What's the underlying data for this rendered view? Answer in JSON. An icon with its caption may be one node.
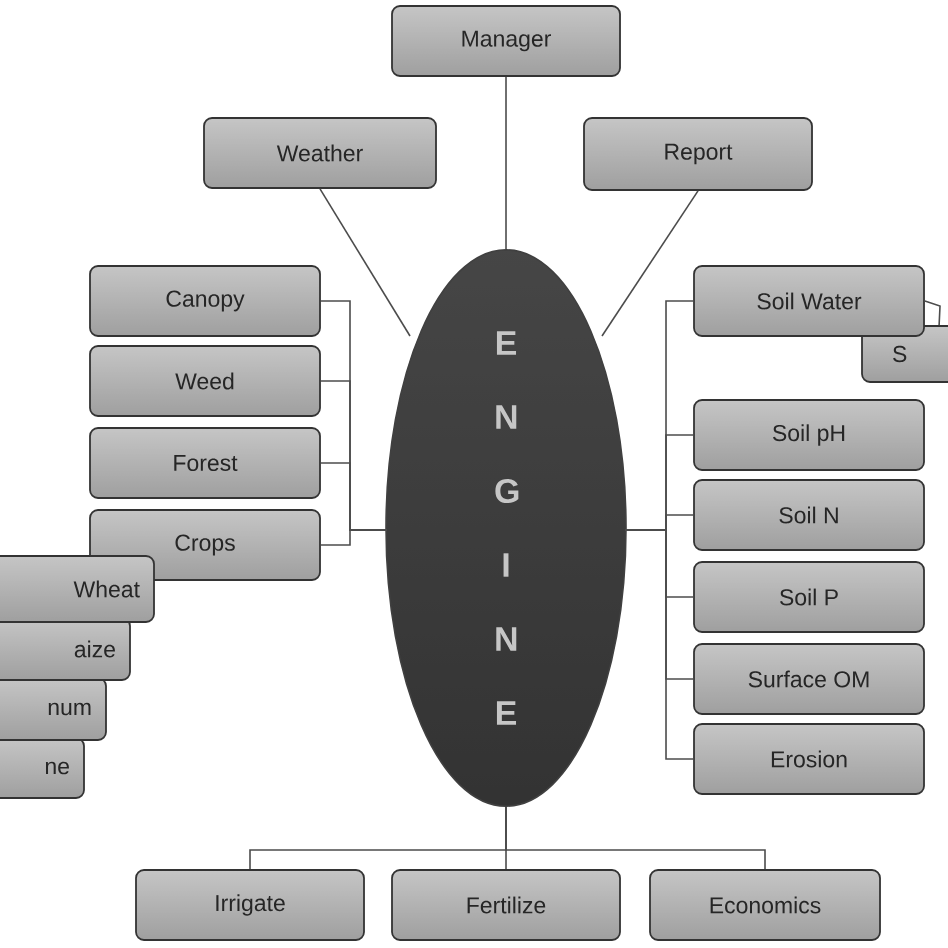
{
  "diagram": {
    "nodes": [
      {
        "text": [
          "Manager"
        ]
      },
      {
        "text": [
          "Weather"
        ]
      },
      {
        "text": [
          "Report"
        ]
      },
      {
        "text": [
          "Canopy"
        ]
      },
      {
        "text": [
          "Weed"
        ]
      },
      {
        "text": [
          "Forest"
        ]
      },
      {
        "text": [
          "Crops"
        ]
      },
      {
        "text": [
          "Wheat"
        ]
      },
      {
        "text": [
          "aize"
        ]
      },
      {
        "text": [
          "num"
        ]
      },
      {
        "text": [
          "ne"
        ]
      },
      {
        "text": [
          "E N G I N E"
        ]
      },
      {
        "text": [
          "Soil Water"
        ]
      },
      {
        "text": [
          "S"
        ]
      },
      {
        "text": [
          "Soil pH"
        ]
      },
      {
        "text": [
          "Soil N"
        ]
      },
      {
        "text": [
          "Soil P"
        ]
      },
      {
        "text": [
          "Surface OM"
        ]
      },
      {
        "text": [
          "Erosion"
        ]
      },
      {
        "text": [
          "Irrigate"
        ]
      },
      {
        "text": [
          "Fertilize"
        ]
      },
      {
        "text": [
          "Economics"
        ]
      }
    ],
    "edges": [
      {
        "from": 0,
        "to": 11,
        "arrow": "none"
      },
      {
        "from": 1,
        "to": 11,
        "arrow": "none"
      },
      {
        "from": 2,
        "to": 11,
        "arrow": "none"
      },
      {
        "from": 3,
        "to": 11,
        "arrow": "none"
      },
      {
        "from": 4,
        "to": 11,
        "arrow": "none"
      },
      {
        "from": 5,
        "to": 11,
        "arrow": "none"
      },
      {
        "from": 6,
        "to": 11,
        "arrow": "none"
      },
      {
        "from": 12,
        "to": 11,
        "arrow": "none"
      },
      {
        "from": 12,
        "to": 13,
        "arrow": "none"
      },
      {
        "from": 14,
        "to": 11,
        "arrow": "none"
      },
      {
        "from": 15,
        "to": 11,
        "arrow": "none"
      },
      {
        "from": 16,
        "to": 11,
        "arrow": "none"
      },
      {
        "from": 17,
        "to": 11,
        "arrow": "none"
      },
      {
        "from": 18,
        "to": 11,
        "arrow": "none"
      },
      {
        "from": 19,
        "to": 11,
        "arrow": "none"
      },
      {
        "from": 20,
        "to": 11,
        "arrow": "none"
      },
      {
        "from": 21,
        "to": 11,
        "arrow": "none"
      }
    ]
  }
}
